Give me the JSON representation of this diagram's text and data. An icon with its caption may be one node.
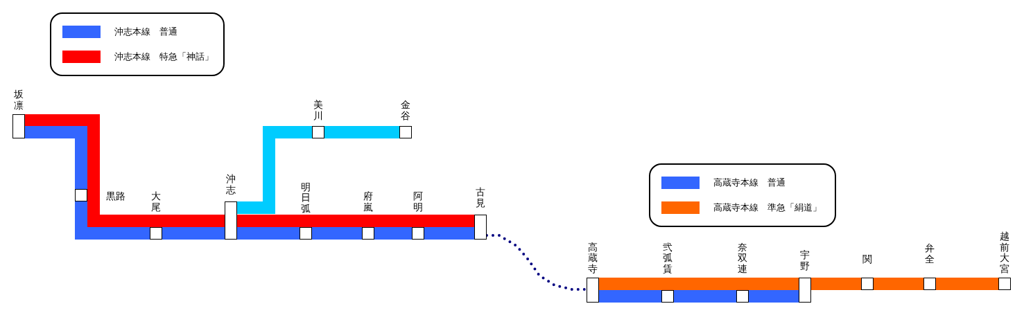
{
  "diagram": {
    "nodes": [
      {
        "text": [
          "坂凛"
        ]
      },
      {
        "text": [
          "黒路"
        ]
      },
      {
        "text": [
          "大尾"
        ]
      },
      {
        "text": [
          "沖志"
        ]
      },
      {
        "text": [
          "明日弧"
        ]
      },
      {
        "text": [
          "府嵐"
        ]
      },
      {
        "text": [
          "阿明"
        ]
      },
      {
        "text": [
          "古見"
        ]
      },
      {
        "text": [
          "美川"
        ]
      },
      {
        "text": [
          "金谷"
        ]
      },
      {
        "text": [
          "高蔵寺"
        ]
      },
      {
        "text": [
          "弐弧賃"
        ]
      },
      {
        "text": [
          "奈双連"
        ]
      },
      {
        "text": [
          "宇野"
        ]
      },
      {
        "text": [
          "関"
        ]
      },
      {
        "text": [
          "弁全"
        ]
      },
      {
        "text": [
          "越前大宮"
        ]
      }
    ],
    "edges": [
      {
        "from": 0,
        "to": 3,
        "arrow": "none",
        "color": "#ff0000"
      },
      {
        "from": 0,
        "to": 1,
        "arrow": "none",
        "color": "#3366ff"
      },
      {
        "from": 1,
        "to": 2,
        "arrow": "none",
        "color": "#3366ff"
      },
      {
        "from": 2,
        "to": 3,
        "arrow": "none",
        "color": "#3366ff"
      },
      {
        "from": 3,
        "to": 4,
        "arrow": "none",
        "color": "#3366ff"
      },
      {
        "from": 4,
        "to": 5,
        "arrow": "none",
        "color": "#3366ff"
      },
      {
        "from": 5,
        "to": 6,
        "arrow": "none",
        "color": "#3366ff"
      },
      {
        "from": 6,
        "to": 7,
        "arrow": "none",
        "color": "#3366ff"
      },
      {
        "from": 3,
        "to": 7,
        "arrow": "none",
        "color": "#ff0000"
      },
      {
        "from": 3,
        "to": 8,
        "arrow": "none",
        "color": "#00ccff"
      },
      {
        "from": 8,
        "to": 9,
        "arrow": "none",
        "color": "#00ccff"
      },
      {
        "from": 7,
        "to": 10,
        "arrow": "none",
        "style": "dashed",
        "color": "#000080"
      },
      {
        "from": 10,
        "to": 13,
        "arrow": "none",
        "color": "#ff6600"
      },
      {
        "from": 13,
        "to": 14,
        "arrow": "none",
        "color": "#ff6600"
      },
      {
        "from": 14,
        "to": 15,
        "arrow": "none",
        "color": "#ff6600"
      },
      {
        "from": 15,
        "to": 16,
        "arrow": "none",
        "color": "#ff6600"
      },
      {
        "from": 10,
        "to": 11,
        "arrow": "none",
        "color": "#3366ff"
      },
      {
        "from": 11,
        "to": 12,
        "arrow": "none",
        "color": "#3366ff"
      },
      {
        "from": 12,
        "to": 13,
        "arrow": "none",
        "color": "#3366ff"
      }
    ],
    "legend": [
      {
        "text": "沖志本線　普通",
        "color": "#3366ff"
      },
      {
        "text": "沖志本線　特急「神話」",
        "color": "#ff0000"
      },
      {
        "text": "高蔵寺本線　普通",
        "color": "#3366ff"
      },
      {
        "text": "高蔵寺本線　準急「絹道」",
        "color": "#ff6600"
      }
    ]
  }
}
